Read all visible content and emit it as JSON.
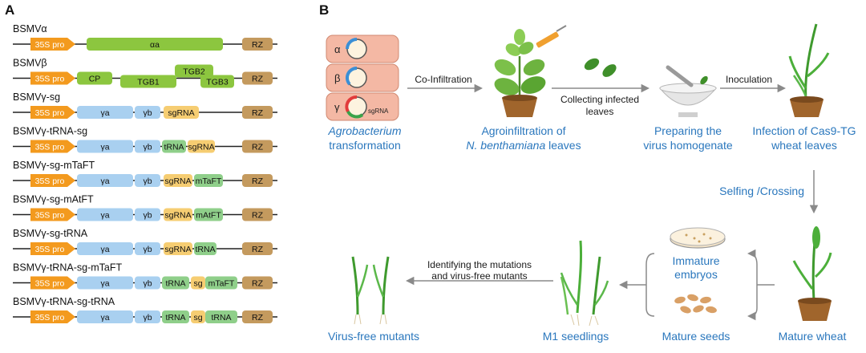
{
  "panels": {
    "a": "A",
    "b": "B"
  },
  "colors": {
    "promoter": "#f39a1e",
    "alpha": "#8cc63f",
    "gamma": "#a9d0f0",
    "trna": "#8fcf8a",
    "sgrna": "#f6cd72",
    "rz": "#c49a5e",
    "caption": "#2a77bd"
  },
  "constructs": [
    {
      "name": "BSMVα",
      "parts": [
        {
          "type": "promoter",
          "label": "35S pro"
        },
        {
          "type": "alpha",
          "label": "αa"
        },
        {
          "type": "rz",
          "label": "RZ"
        }
      ]
    },
    {
      "name": "BSMVβ",
      "parts": [
        {
          "type": "promoter",
          "label": "35S pro"
        },
        {
          "type": "cp",
          "label": "CP"
        },
        {
          "type": "tgb1",
          "label": "TGB1"
        },
        {
          "type": "tgb2",
          "label": "TGB2"
        },
        {
          "type": "tgb3",
          "label": "TGB3"
        },
        {
          "type": "rz",
          "label": "RZ"
        }
      ]
    },
    {
      "name": "BSMVγ-sg",
      "parts": [
        {
          "type": "promoter",
          "label": "35S pro"
        },
        {
          "type": "gamma",
          "label": "γa"
        },
        {
          "type": "gamma",
          "label": "γb"
        },
        {
          "type": "sgrna",
          "label": "sgRNA"
        },
        {
          "type": "rz",
          "label": "RZ"
        }
      ]
    },
    {
      "name": "BSMVγ-tRNA-sg",
      "parts": [
        {
          "type": "promoter",
          "label": "35S pro"
        },
        {
          "type": "gamma",
          "label": "γa"
        },
        {
          "type": "gamma",
          "label": "γb"
        },
        {
          "type": "trna",
          "label": "tRNA"
        },
        {
          "type": "sgrna",
          "label": "sgRNA"
        },
        {
          "type": "rz",
          "label": "RZ"
        }
      ]
    },
    {
      "name": "BSMVγ-sg-mTaFT",
      "parts": [
        {
          "type": "promoter",
          "label": "35S pro"
        },
        {
          "type": "gamma",
          "label": "γa"
        },
        {
          "type": "gamma",
          "label": "γb"
        },
        {
          "type": "sgrna",
          "label": "sgRNA"
        },
        {
          "type": "trna",
          "label": "mTaFT"
        },
        {
          "type": "rz",
          "label": "RZ"
        }
      ]
    },
    {
      "name": "BSMVγ-sg-mAtFT",
      "parts": [
        {
          "type": "promoter",
          "label": "35S pro"
        },
        {
          "type": "gamma",
          "label": "γa"
        },
        {
          "type": "gamma",
          "label": "γb"
        },
        {
          "type": "sgrna",
          "label": "sgRNA"
        },
        {
          "type": "trna",
          "label": "mAtFT"
        },
        {
          "type": "rz",
          "label": "RZ"
        }
      ]
    },
    {
      "name": "BSMVγ-sg-tRNA",
      "parts": [
        {
          "type": "promoter",
          "label": "35S pro"
        },
        {
          "type": "gamma",
          "label": "γa"
        },
        {
          "type": "gamma",
          "label": "γb"
        },
        {
          "type": "sgrna",
          "label": "sgRNA"
        },
        {
          "type": "trna",
          "label": "tRNA"
        },
        {
          "type": "rz",
          "label": "RZ"
        }
      ]
    },
    {
      "name": "BSMVγ-tRNA-sg-mTaFT",
      "parts": [
        {
          "type": "promoter",
          "label": "35S pro"
        },
        {
          "type": "gamma",
          "label": "γa"
        },
        {
          "type": "gamma",
          "label": "γb"
        },
        {
          "type": "trna",
          "label": "tRNA"
        },
        {
          "type": "sgrna",
          "label": "sg"
        },
        {
          "type": "trna",
          "label": "mTaFT"
        },
        {
          "type": "rz",
          "label": "RZ"
        }
      ]
    },
    {
      "name": "BSMVγ-tRNA-sg-tRNA",
      "parts": [
        {
          "type": "promoter",
          "label": "35S pro"
        },
        {
          "type": "gamma",
          "label": "γa"
        },
        {
          "type": "gamma",
          "label": "γb"
        },
        {
          "type": "trna",
          "label": "tRNA"
        },
        {
          "type": "sgrna",
          "label": "sg"
        },
        {
          "type": "trna",
          "label": "tRNA"
        },
        {
          "type": "rz",
          "label": "RZ"
        }
      ]
    }
  ],
  "agro": {
    "alpha": "α",
    "beta": "β",
    "gamma": "γ",
    "sg": "sgRNA"
  },
  "steps": {
    "agro_caption_1": "Agrobacterium",
    "agro_caption_2": "transformation",
    "coinf": "Co-Infiltration",
    "agroinf_1": "Agroinfiltration of",
    "agroinf_2a": "N. benthamiana",
    "agroinf_2b": " leaves",
    "collect_1": "Collecting infected",
    "collect_2": "leaves",
    "prep_1": "Preparing the",
    "prep_2": "virus homogenate",
    "inoc": "Inoculation",
    "infect_1": "Infection of Cas9-TG",
    "infect_2": "wheat leaves",
    "selfing": "Selfing /Crossing",
    "immature_1": "Immature",
    "immature_2": "embryos",
    "mature_seeds": "Mature seeds",
    "mature_wheat": "Mature wheat",
    "m1": "M1 seedlings",
    "ident_1": "Identifying the mutations",
    "ident_2": "and virus-free mutants",
    "virusfree": "Virus-free mutants"
  }
}
